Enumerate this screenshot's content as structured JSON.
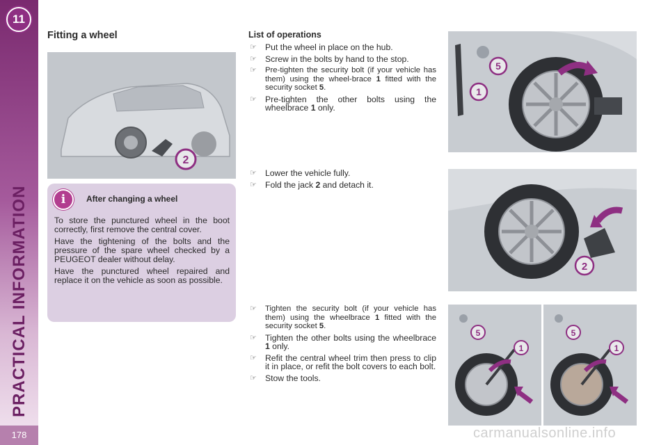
{
  "chapter_number": "11",
  "chapter_title": "PRACTICAL INFORMATION",
  "page_number": "178",
  "section_title": "Fitting a wheel",
  "info_box": {
    "title": "After changing a wheel",
    "paragraphs": [
      "To store the punctured wheel in the boot correctly, first remove the central cover.",
      "Have the tightening of the bolts and the pressure of the spare wheel checked by a PEUGEOT dealer without delay.",
      "Have the punctured wheel repaired and replace it on the vehicle as soon as possible."
    ]
  },
  "operations_title": "List of operations",
  "ops_group_1": [
    {
      "text": "Put the wheel in place on the hub."
    },
    {
      "text": "Screw in the bolts by hand to the stop."
    },
    {
      "pre": "Pre-tighten the security bolt (if your vehicle has them) using the wheel-brace ",
      "b1": "1",
      "mid": " fitted with the security socket ",
      "b2": "5",
      "post": "."
    },
    {
      "pre": "Pre-tighten the other bolts using the wheelbrace ",
      "b1": "1",
      "post": " only."
    }
  ],
  "ops_group_2": [
    {
      "text": "Lower the vehicle fully."
    },
    {
      "pre": "Fold the jack ",
      "b1": "2",
      "post": " and detach it."
    }
  ],
  "ops_group_3": [
    {
      "pre": "Tighten the security bolt (if your vehicle has them) using the wheelbrace ",
      "b1": "1",
      "mid": " fitted with the security socket ",
      "b2": "5",
      "post": "."
    },
    {
      "pre": "Tighten the other bolts using the wheelbrace ",
      "b1": "1",
      "post": " only."
    },
    {
      "text": "Refit the central wheel trim then press to clip it in place, or refit the bolt covers to each bolt."
    },
    {
      "text": "Stow the tools."
    }
  ],
  "figure_labels": {
    "car_jack": "2",
    "wheel_socket": "5",
    "wheel_brace": "1",
    "lower_jack": "2",
    "left_socket": "5",
    "left_brace": "1",
    "right_socket": "5",
    "right_brace": "1"
  },
  "watermark": "carmanualsonline.info",
  "bullet_glyph": "☞",
  "colors": {
    "accent": "#8e2f82",
    "info_box": "#dccfe2",
    "figure_bg": "#c9cdd2",
    "arrow": "#8e2f82"
  }
}
